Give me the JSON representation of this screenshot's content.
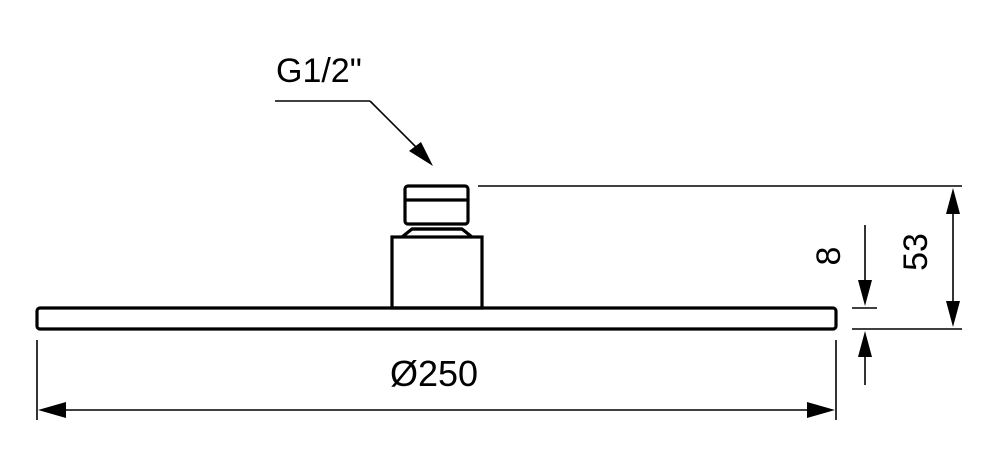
{
  "drawing": {
    "thread_label": "G1/2\"",
    "diameter_label": "Ø250",
    "plate_thickness_label": "8",
    "total_height_label": "53"
  },
  "colors": {
    "line": "#000000",
    "background": "#ffffff"
  }
}
